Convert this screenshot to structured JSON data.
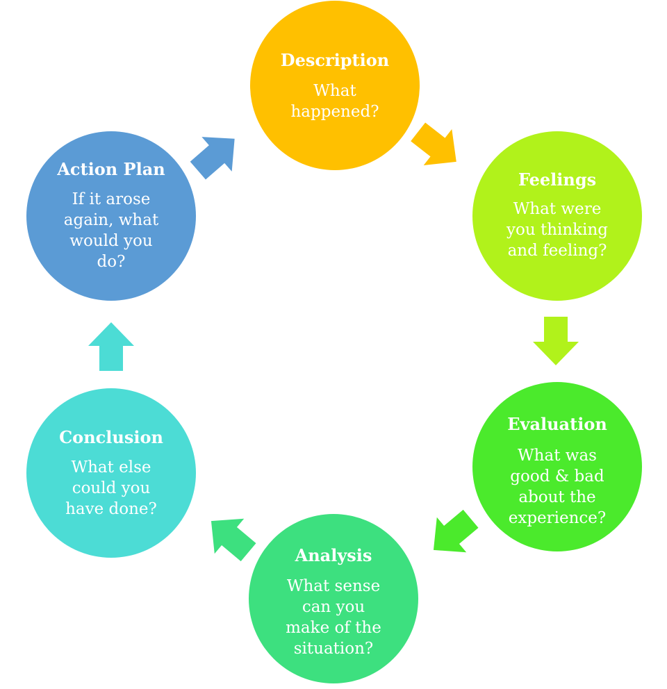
{
  "colors": {
    "description": "#FFC000",
    "feelings": "#B1F21B",
    "evaluation": "#4BEA2C",
    "analysis": "#3DE07F",
    "conclusion": "#4CDCD5",
    "action_plan": "#5B9BD5"
  },
  "nodes": {
    "description": {
      "title": "Description",
      "lines": [
        "What",
        "happened?"
      ]
    },
    "feelings": {
      "title": "Feelings",
      "lines": [
        "What were",
        "you thinking",
        "and feeling?"
      ]
    },
    "evaluation": {
      "title": "Evaluation",
      "lines": [
        "What was",
        "good & bad",
        "about the",
        "experience?"
      ]
    },
    "analysis": {
      "title": "Analysis",
      "lines": [
        "What sense",
        "can you",
        "make of the",
        "situation?"
      ]
    },
    "conclusion": {
      "title": "Conclusion",
      "lines": [
        "What else",
        "could you",
        "have done?"
      ]
    },
    "action_plan": {
      "title": "Action Plan",
      "lines": [
        "If it arose",
        "again, what",
        "would you",
        "do?"
      ]
    }
  },
  "arrows": [
    {
      "from": "action_plan",
      "to": "description",
      "color": "#5B9BD5"
    },
    {
      "from": "description",
      "to": "feelings",
      "color": "#FFC000"
    },
    {
      "from": "feelings",
      "to": "evaluation",
      "color": "#B1F21B"
    },
    {
      "from": "evaluation",
      "to": "analysis",
      "color": "#4BEA2C"
    },
    {
      "from": "analysis",
      "to": "conclusion",
      "color": "#3DE07F"
    },
    {
      "from": "conclusion",
      "to": "action_plan",
      "color": "#4CDCD5"
    }
  ]
}
